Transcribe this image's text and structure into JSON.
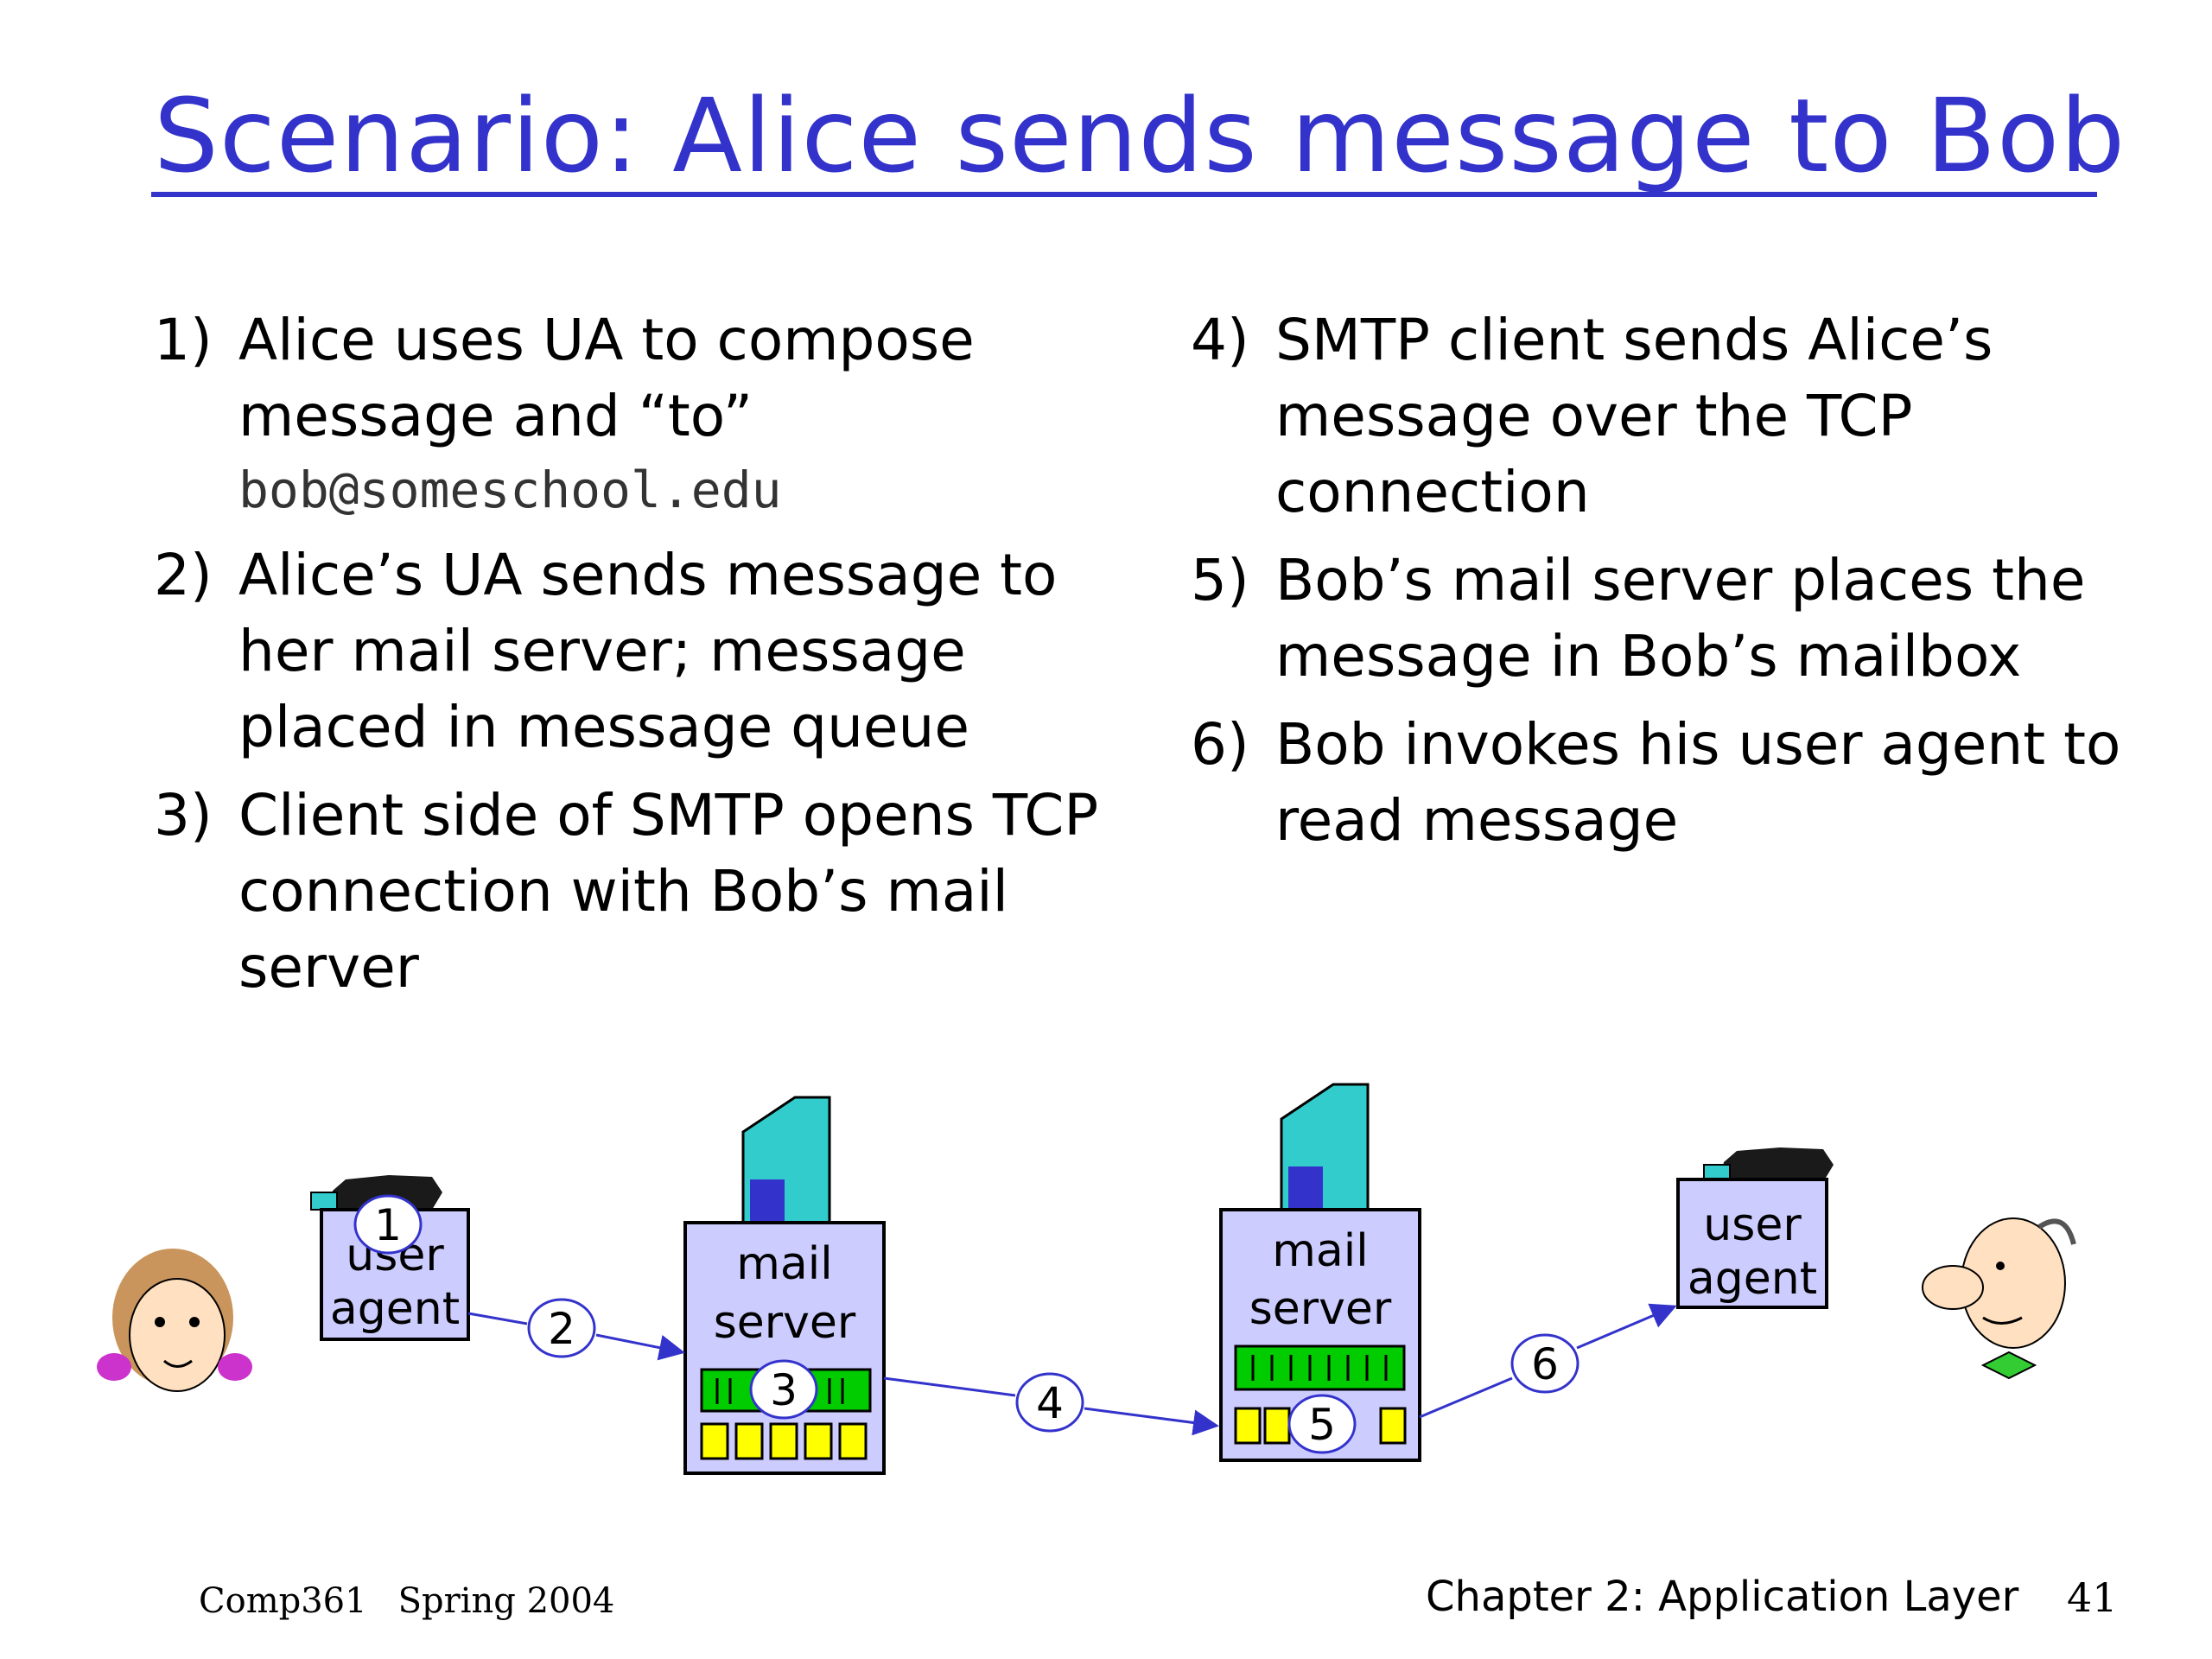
{
  "title": "Scenario: Alice sends message to Bob",
  "steps_left": [
    {
      "num": "1)",
      "text": "Alice uses UA to compose message and “to”",
      "email": "bob@someschool.edu"
    },
    {
      "num": "2)",
      "text": "Alice’s UA sends message to her mail server; message placed in message queue"
    },
    {
      "num": "3)",
      "text": "Client side of SMTP opens TCP connection with Bob’s mail server"
    }
  ],
  "steps_right": [
    {
      "num": "4)",
      "text": "SMTP client sends Alice’s message over the TCP connection"
    },
    {
      "num": "5)",
      "text": "Bob’s mail server places the message in Bob’s mailbox"
    },
    {
      "num": "6)",
      "text": "Bob invokes his user agent to read message"
    }
  ],
  "diagram": {
    "alice_ua": {
      "line1": "user",
      "line2": "agent"
    },
    "alice_server": {
      "line1": "mail",
      "line2": "server"
    },
    "bob_server": {
      "line1": "mail",
      "line2": "server"
    },
    "bob_ua": {
      "line1": "user",
      "line2": "agent"
    },
    "labels": [
      "1",
      "2",
      "3",
      "4",
      "5",
      "6"
    ],
    "colors": {
      "box_fill": "#ccccff",
      "queue_green": "#00cc00",
      "mailbox_yellow": "#ffff00",
      "tower": "#33cccc",
      "arrow": "#3333cc"
    }
  },
  "footer": {
    "course": "Comp361",
    "term": "Spring 2004",
    "chapter": "Chapter 2: Application Layer",
    "page": "41"
  }
}
